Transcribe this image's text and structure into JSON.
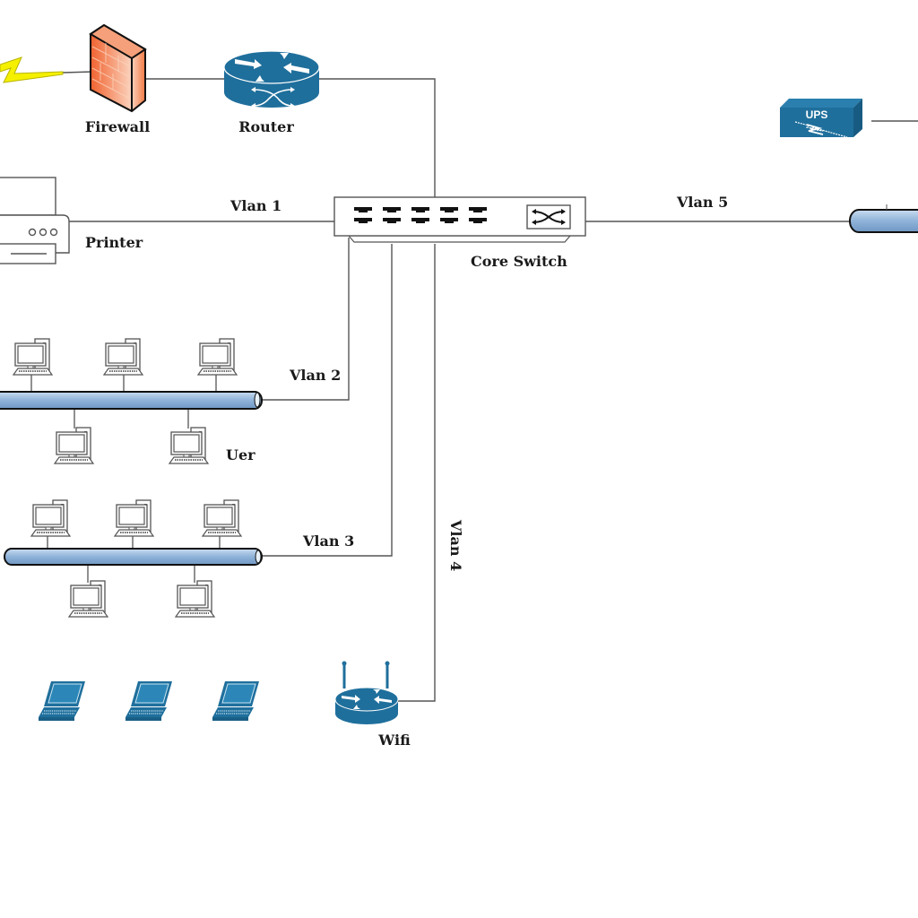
{
  "diagram": {
    "title": "Network Topology",
    "colors": {
      "cisco_blue": "#1f6f9c",
      "firewall_orange": "#f0723f",
      "bus_blue": "#8fb3d9",
      "lightning": "#f4f000",
      "wire": "#555555"
    },
    "nodes": {
      "firewall": {
        "label": "Firewall",
        "icon": "firewall-icon"
      },
      "router": {
        "label": "Router",
        "icon": "router-icon"
      },
      "core_switch": {
        "label": "Core Switch",
        "icon": "switch-icon"
      },
      "printer": {
        "label": "Printer",
        "icon": "printer-icon"
      },
      "ups": {
        "label": "UPS",
        "icon": "ups-icon"
      },
      "wifi": {
        "label": "Wifi",
        "icon": "wireless-router-icon"
      },
      "user_group": {
        "label": "Uer"
      }
    },
    "links": [
      {
        "id": "vlan1",
        "label": "Vlan 1",
        "from": "core_switch",
        "to": "printer"
      },
      {
        "id": "vlan2",
        "label": "Vlan 2",
        "from": "core_switch",
        "to": "bus_vlan2"
      },
      {
        "id": "vlan3",
        "label": "Vlan 3",
        "from": "core_switch",
        "to": "bus_vlan3"
      },
      {
        "id": "vlan4",
        "label": "Vlan 4",
        "from": "core_switch",
        "to": "wifi"
      },
      {
        "id": "vlan5",
        "label": "Vlan 5",
        "from": "core_switch",
        "to": "bus_vlan5"
      }
    ],
    "vlan2_computers": 5,
    "vlan3_computers": 5,
    "laptops": 3
  }
}
